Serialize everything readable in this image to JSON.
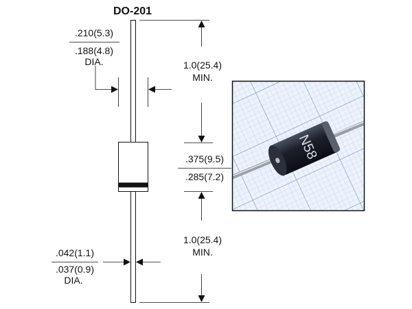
{
  "title": "DO-201",
  "body_diameter": {
    "max": ".210(5.3)",
    "min": ".188(4.8)",
    "unit": "DIA."
  },
  "lead_length_top": {
    "value": "1.0(25.4)",
    "qualifier": "MIN."
  },
  "body_length": {
    "max": ".375(9.5)",
    "min": ".285(7.2)"
  },
  "lead_length_bottom": {
    "value": "1.0(25.4)",
    "qualifier": "MIN."
  },
  "lead_diameter": {
    "max": ".042(1.1)",
    "min": ".037(0.9)",
    "unit": "DIA."
  },
  "photo": {
    "marking": "N58",
    "body_color": "#1c1f2a",
    "grid_color": "#7fa6e0"
  }
}
